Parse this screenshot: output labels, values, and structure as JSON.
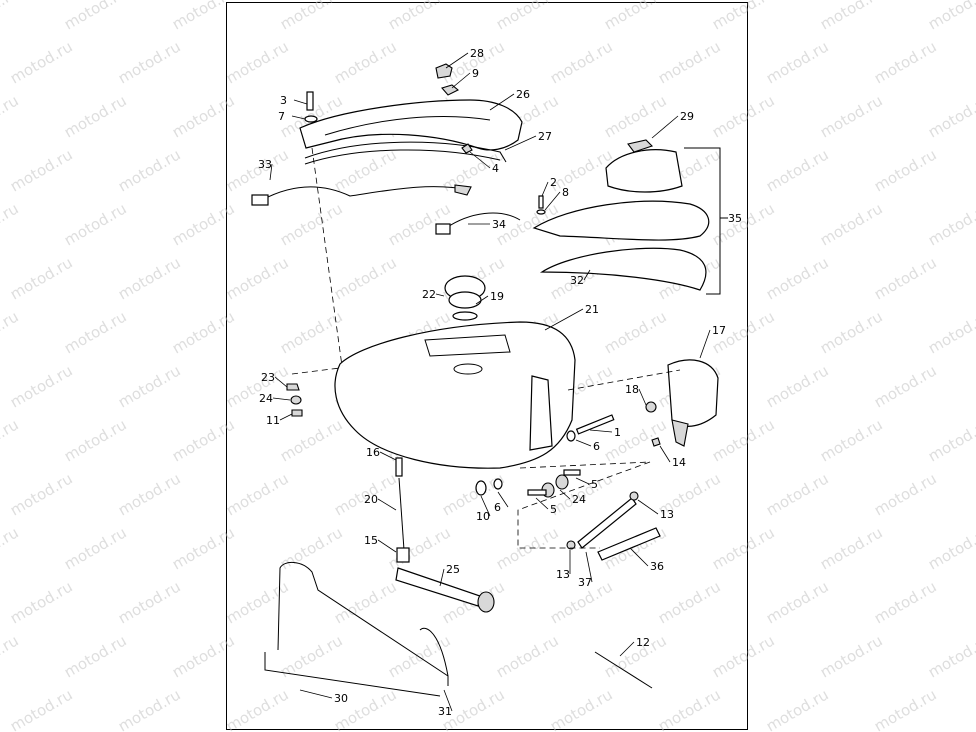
{
  "watermark": "motod.ru",
  "callouts": [
    {
      "id": "c1",
      "text": "1"
    },
    {
      "id": "c2",
      "text": "2"
    },
    {
      "id": "c3",
      "text": "3"
    },
    {
      "id": "c4",
      "text": "4"
    },
    {
      "id": "c5a",
      "text": "5"
    },
    {
      "id": "c5b",
      "text": "5"
    },
    {
      "id": "c6a",
      "text": "6"
    },
    {
      "id": "c6b",
      "text": "6"
    },
    {
      "id": "c7",
      "text": "7"
    },
    {
      "id": "c8",
      "text": "8"
    },
    {
      "id": "c9",
      "text": "9"
    },
    {
      "id": "c10",
      "text": "10"
    },
    {
      "id": "c11",
      "text": "11"
    },
    {
      "id": "c12",
      "text": "12"
    },
    {
      "id": "c13a",
      "text": "13"
    },
    {
      "id": "c13b",
      "text": "13"
    },
    {
      "id": "c14",
      "text": "14"
    },
    {
      "id": "c15",
      "text": "15"
    },
    {
      "id": "c16",
      "text": "16"
    },
    {
      "id": "c17",
      "text": "17"
    },
    {
      "id": "c18",
      "text": "18"
    },
    {
      "id": "c19",
      "text": "19"
    },
    {
      "id": "c20",
      "text": "20"
    },
    {
      "id": "c21",
      "text": "21"
    },
    {
      "id": "c22",
      "text": "22"
    },
    {
      "id": "c23",
      "text": "23"
    },
    {
      "id": "c24a",
      "text": "24"
    },
    {
      "id": "c24b",
      "text": "24"
    },
    {
      "id": "c25",
      "text": "25"
    },
    {
      "id": "c26",
      "text": "26"
    },
    {
      "id": "c27",
      "text": "27"
    },
    {
      "id": "c28",
      "text": "28"
    },
    {
      "id": "c29",
      "text": "29"
    },
    {
      "id": "c30",
      "text": "30"
    },
    {
      "id": "c31",
      "text": "31"
    },
    {
      "id": "c32",
      "text": "32"
    },
    {
      "id": "c33",
      "text": "33"
    },
    {
      "id": "c34",
      "text": "34"
    },
    {
      "id": "c35",
      "text": "35"
    },
    {
      "id": "c36",
      "text": "36"
    },
    {
      "id": "c37",
      "text": "37"
    }
  ]
}
